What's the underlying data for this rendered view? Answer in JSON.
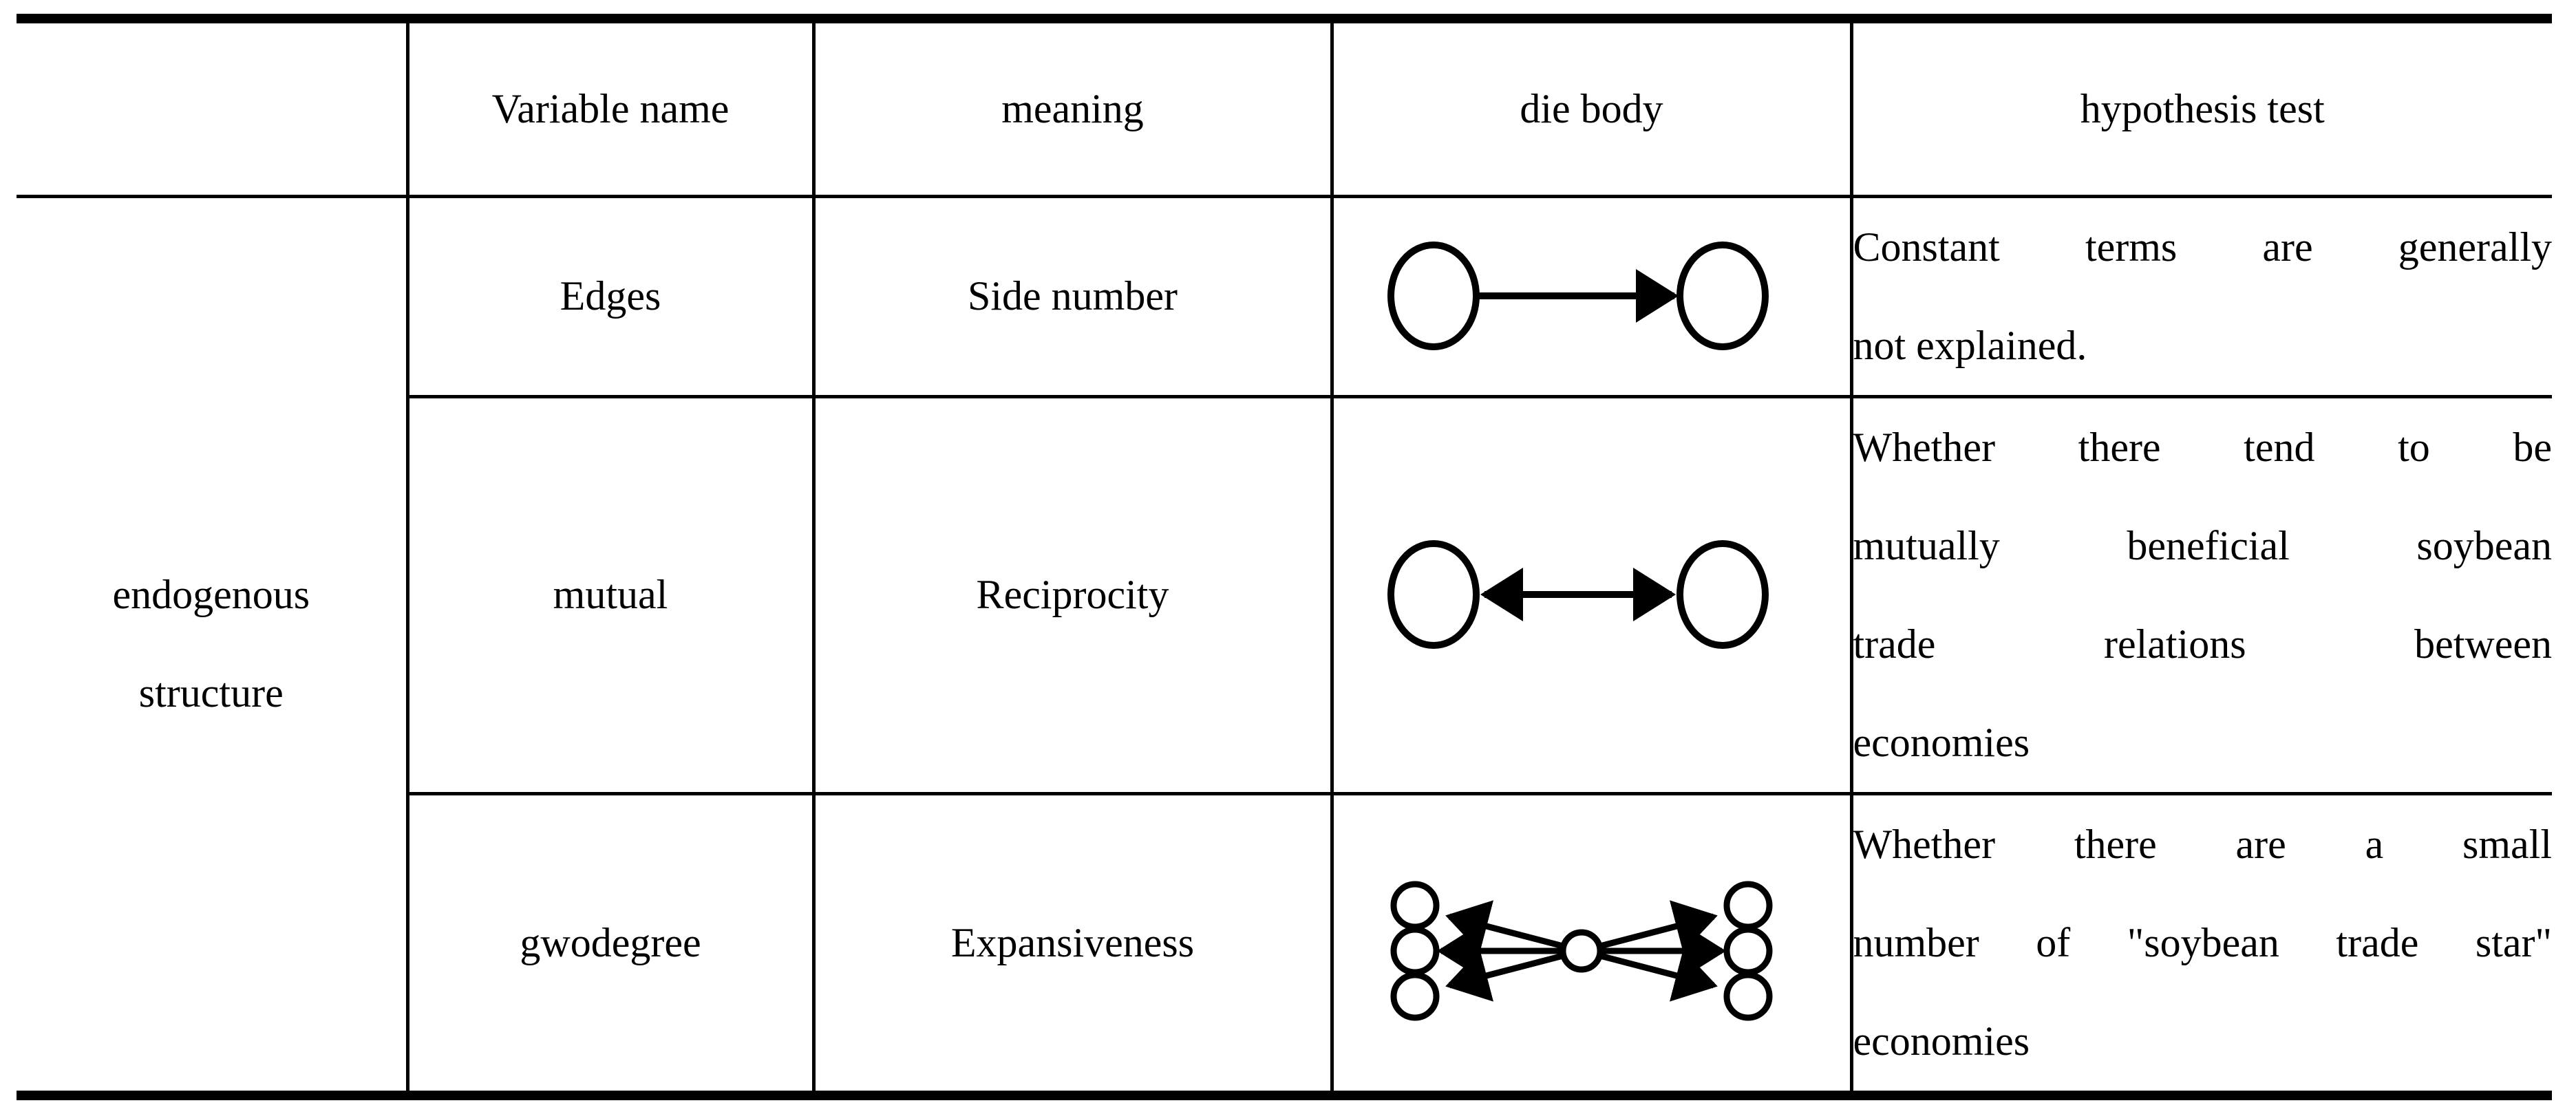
{
  "table": {
    "headers": {
      "group": "",
      "variable": "Variable name",
      "meaning": "meaning",
      "die_body": "die body",
      "hypothesis": "hypothesis test"
    },
    "row_group": {
      "line1": "endogenous",
      "line2": "structure"
    },
    "rows": [
      {
        "variable": "Edges",
        "meaning": "Side number",
        "diagram": "two-nodes-one-directed-edge",
        "hypothesis_lines": {
          "0": "Constant terms are generally",
          "1": "not explained."
        }
      },
      {
        "variable": "mutual",
        "meaning": "Reciprocity",
        "diagram": "two-nodes-mutual-edge",
        "hypothesis_lines": {
          "0": "Whether there tend to be",
          "1": "mutually beneficial soybean",
          "2": "trade relations between",
          "3": "economies"
        }
      },
      {
        "variable": "gwodegree",
        "meaning": "Expansiveness",
        "diagram": "central-node-out-star",
        "hypothesis_lines": {
          "0": "Whether there are a small",
          "1": "number of \"soybean trade star\"",
          "2": "economies"
        }
      }
    ]
  },
  "colors": {
    "border": "#000000",
    "text": "#000000",
    "background": "#ffffff"
  }
}
